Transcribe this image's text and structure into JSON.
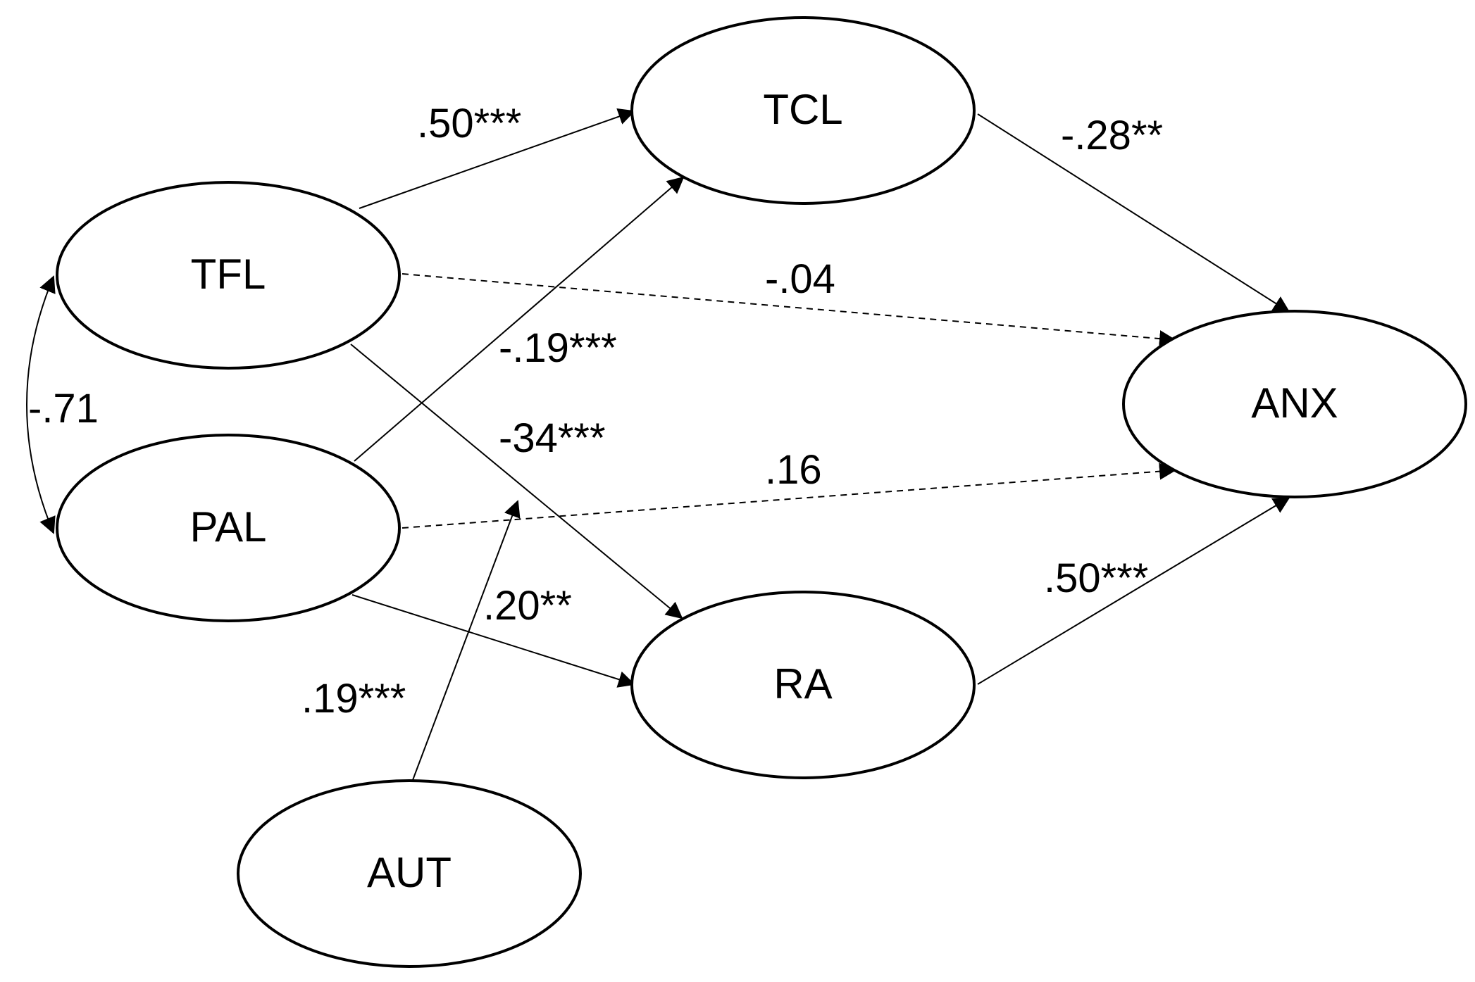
{
  "nodes": {
    "tcl": "TCL",
    "tfl": "TFL",
    "pal": "PAL",
    "anx": "ANX",
    "ra": "RA",
    "aut": "AUT"
  },
  "paths": {
    "tfl_tcl": ".50***",
    "tcl_anx": "-.28**",
    "tfl_anx": "-.04",
    "pal_tcl": "-.19***",
    "tfl_ra": "-34***",
    "tfl_pal": "-.71",
    "pal_anx": ".16",
    "pal_ra": ".20**",
    "ra_anx": ".50***",
    "aut_moderation": ".19***"
  },
  "styles": {
    "solid": "significant path",
    "dashed": "non-significant path"
  }
}
